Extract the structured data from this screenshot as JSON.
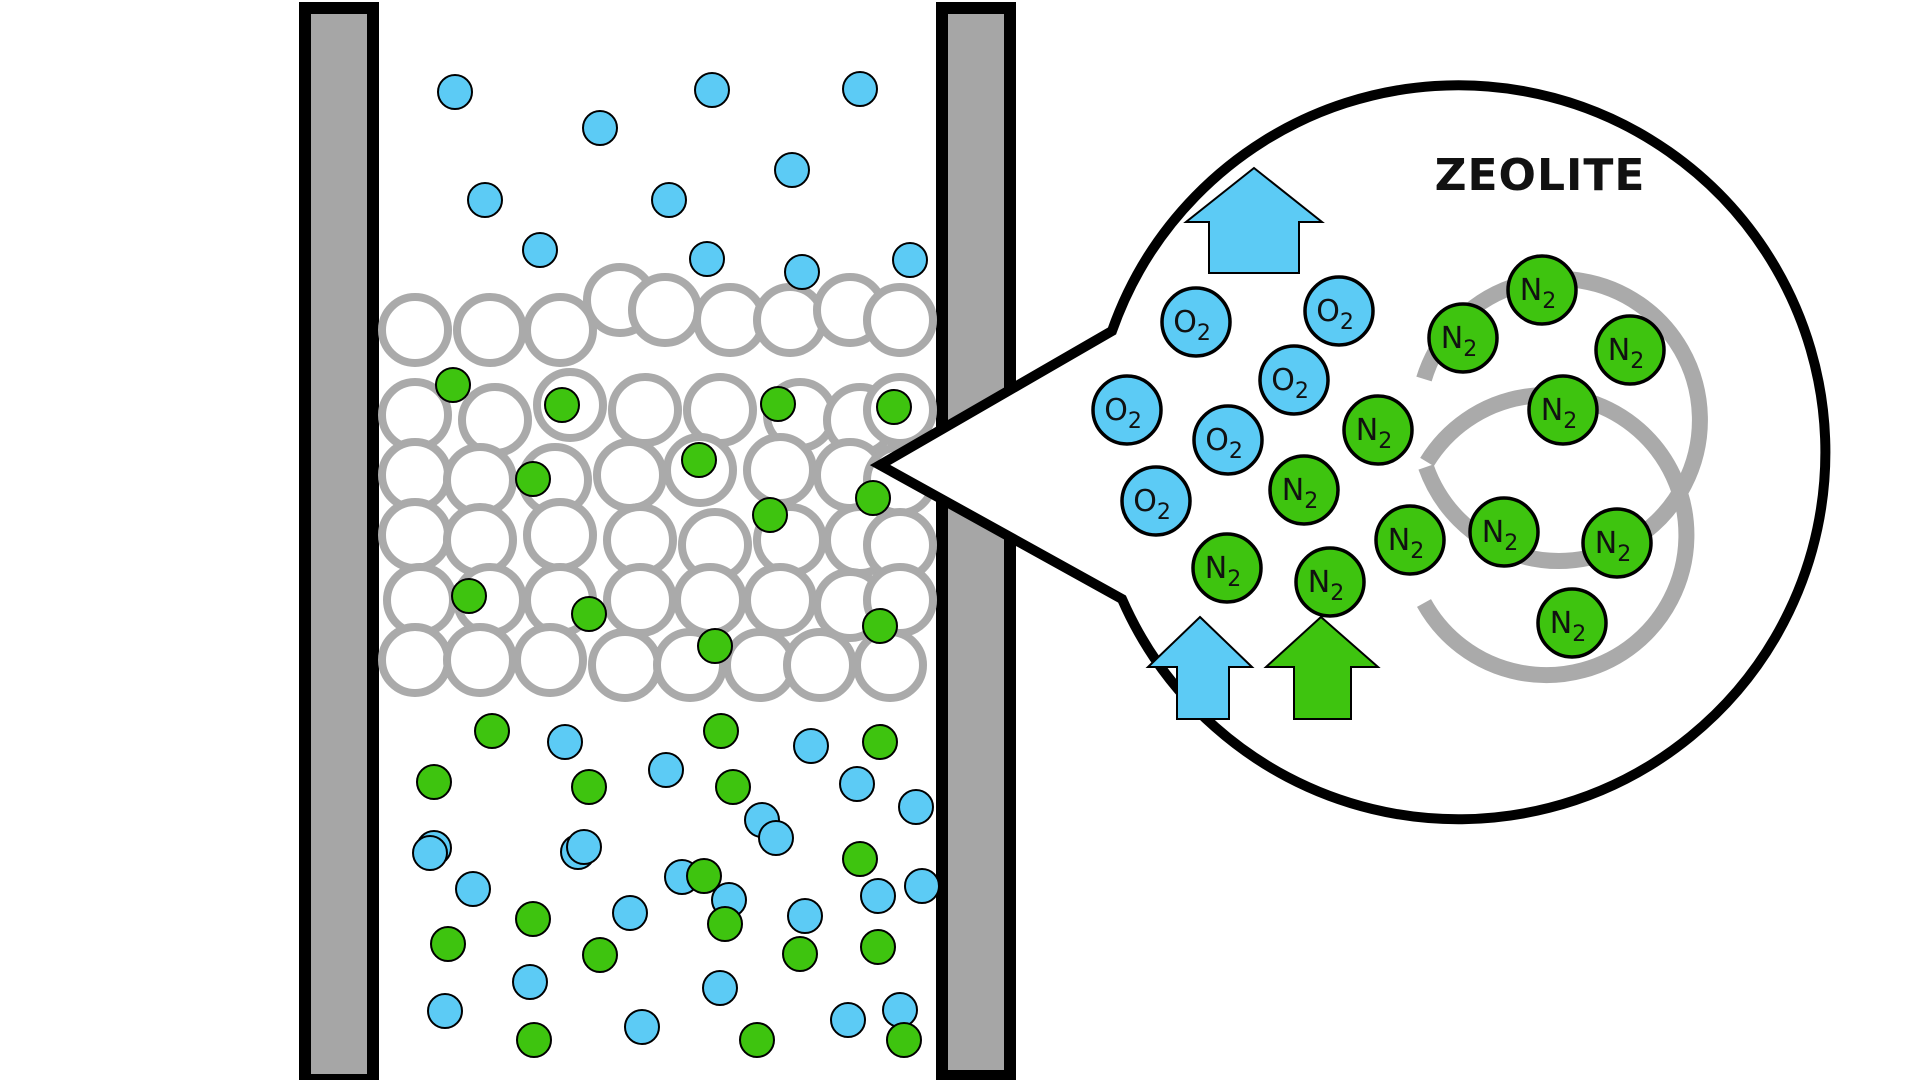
{
  "zeolite_label": "ZEOLITE",
  "molecules": {
    "oxygen": {
      "element": "O",
      "subscript": "2"
    },
    "nitrogen": {
      "element": "N",
      "subscript": "2"
    }
  },
  "colors": {
    "oxygen": "#5ccbf5",
    "nitrogen": "#3ec40f",
    "zeolite_ring": "#aaaaaa",
    "column_wall": "#a6a6a6",
    "outline": "#000000"
  }
}
